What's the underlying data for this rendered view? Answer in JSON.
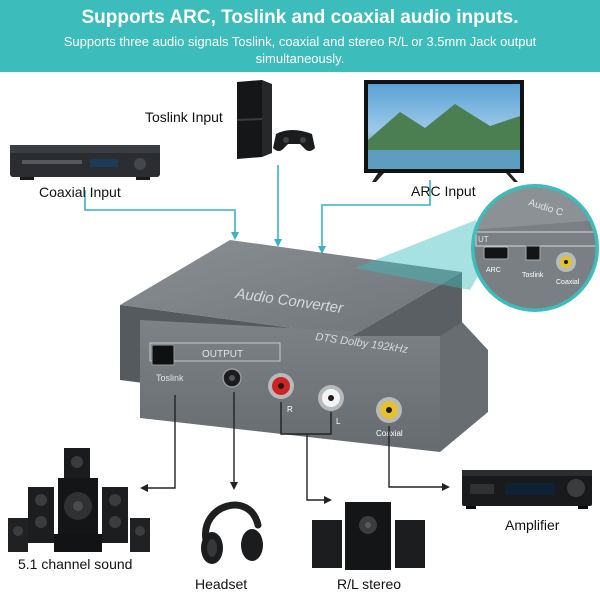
{
  "header": {
    "title": "Supports ARC, Toslink and coaxial audio inputs.",
    "subtitle": "Supports three audio signals Toslink, coaxial and stereo R/L or 3.5mm Jack output simultaneously."
  },
  "inputs": {
    "toslink": "Toslink Input",
    "coaxial": "Coaxial Input",
    "arc": "ARC Input"
  },
  "device": {
    "name": "Audio Converter",
    "spec": "DTS Dolby 192kHz",
    "output_label": "OUTPUT",
    "port_toslink": "Toslink",
    "port_coaxial": "Coaxial",
    "port_r": "R",
    "port_l": "L"
  },
  "zoom_inset": {
    "brand": "Audio C",
    "out": "UT",
    "arc": "ARC",
    "toslink": "Toslink",
    "coaxial": "Coaxial"
  },
  "outputs": {
    "surround": "5.1 channel sound",
    "headset": "Headset",
    "stereo": "R/L stereo",
    "amplifier": "Amplifier"
  },
  "colors": {
    "banner": "#3dbcbc",
    "arrow_teal": "#39b3c0",
    "device_gray": "#7c8185"
  },
  "icons": {
    "game_console": "ps4-console-icon",
    "tv": "tv-icon",
    "dvd_player": "dvd-player-icon",
    "speakers": "surround-speakers-icon",
    "headphones": "headphones-icon",
    "stereo_speakers": "stereo-speakers-icon",
    "amplifier": "amplifier-icon"
  }
}
